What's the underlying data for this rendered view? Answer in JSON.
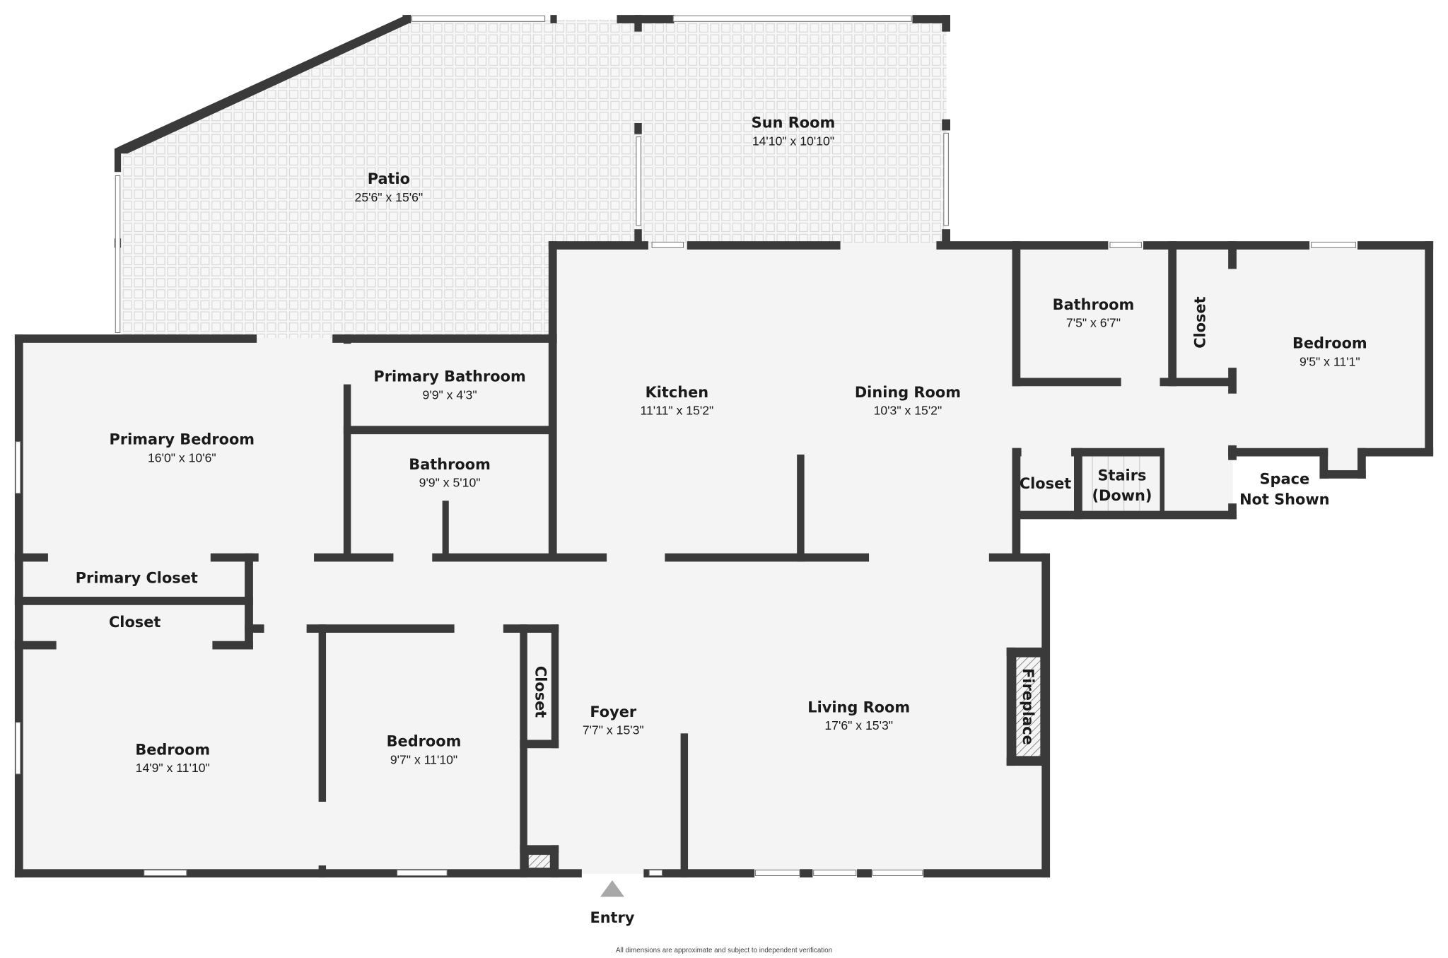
{
  "rooms": {
    "patio": {
      "name": "Patio",
      "dims": "25'6\" x 15'6\""
    },
    "sun_room": {
      "name": "Sun Room",
      "dims": "14'10\" x 10'10\""
    },
    "primary_bedroom": {
      "name": "Primary Bedroom",
      "dims": "16'0\" x 10'6\""
    },
    "primary_bathroom": {
      "name": "Primary Bathroom",
      "dims": "9'9\" x 4'3\""
    },
    "bathroom_center": {
      "name": "Bathroom",
      "dims": "9'9\" x 5'10\""
    },
    "kitchen": {
      "name": "Kitchen",
      "dims": "11'11\" x 15'2\""
    },
    "dining_room": {
      "name": "Dining Room",
      "dims": "10'3\" x 15'2\""
    },
    "bathroom_right": {
      "name": "Bathroom",
      "dims": "7'5\" x 6'7\""
    },
    "closet_right_vertical": {
      "name": "Closet"
    },
    "bedroom_right": {
      "name": "Bedroom",
      "dims": "9'5\" x 11'1\""
    },
    "closet_hall": {
      "name": "Closet"
    },
    "stairs": {
      "name": "Stairs",
      "sub": "(Down)"
    },
    "space_not_shown": {
      "line1": "Space",
      "line2": "Not Shown"
    },
    "primary_closet": {
      "name": "Primary Closet"
    },
    "closet_left": {
      "name": "Closet"
    },
    "bedroom_left": {
      "name": "Bedroom",
      "dims": "14'9\" x 11'10\""
    },
    "bedroom_middle": {
      "name": "Bedroom",
      "dims": "9'7\" x 11'10\""
    },
    "closet_foyer": {
      "name": "Closet"
    },
    "foyer": {
      "name": "Foyer",
      "dims": "7'7\" x 15'3\""
    },
    "living_room": {
      "name": "Living Room",
      "dims": "17'6\" x 15'3\""
    },
    "fireplace": {
      "name": "Fireplace"
    }
  },
  "entry": {
    "label": "Entry",
    "marker_color": "#a8a8a8"
  },
  "footer": {
    "disclaimer": "All dimensions are approximate and subject to independent verification"
  },
  "colors": {
    "wall": "#3a3a3a",
    "floor": "#f4f4f4",
    "background": "#ffffff"
  }
}
